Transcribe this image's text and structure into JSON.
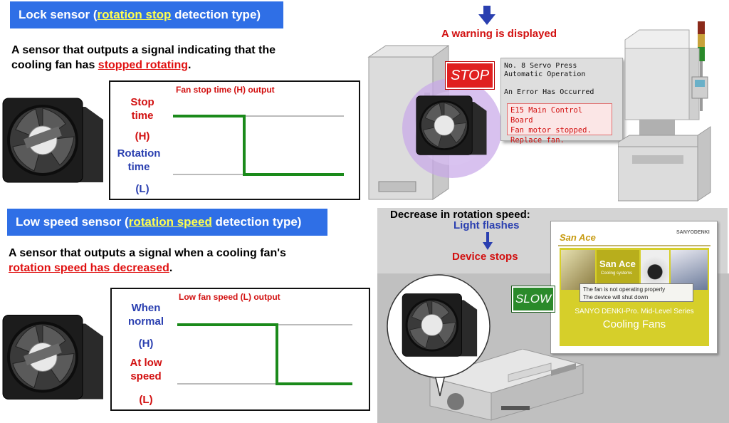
{
  "lock_sensor": {
    "title_pre": "Lock sensor (",
    "title_highlight": "rotation stop",
    "title_post": " detection type)",
    "desc_line1": "A sensor that outputs a signal indicating that the",
    "desc_line2_pre": "cooling fan has ",
    "desc_line2_highlight": "stopped rotating",
    "desc_line2_post": ".",
    "chart_title": "Fan stop time (H) output",
    "label_top": "Stop",
    "label_top2": "time",
    "label_top_level": "(H)",
    "label_bottom": "Rotation",
    "label_bottom2": "time",
    "label_bottom_level": "(L)"
  },
  "low_speed_sensor": {
    "title_pre": "Low speed sensor (",
    "title_highlight": "rotation speed",
    "title_post": " detection type)",
    "desc_line1": "A sensor that outputs a signal when a cooling fan's",
    "desc_line2_highlight": "rotation speed has decreased",
    "desc_line2_post": ".",
    "chart_title": "Low fan speed (L) output",
    "label_top": "When",
    "label_top2": "normal",
    "label_top_level": "(H)",
    "label_bottom": "At low",
    "label_bottom2": "speed",
    "label_bottom_level": "(L)"
  },
  "warning_scene": {
    "warning_text": "A warning is displayed",
    "stop_sign": "STOP",
    "panel_line1": "No. 8 Servo Press",
    "panel_line2": "Automatic Operation",
    "panel_line3": "An Error Has Occurred",
    "error_line1": "E15 Main Control Board",
    "error_line2": "Fan motor stopped.",
    "error_line3": "Replace fan."
  },
  "slow_scene": {
    "decrease_text": "Decrease in rotation speed:",
    "light_text": "Light flashes",
    "device_text": "Device stops",
    "slow_sign": "SLOW",
    "brand": "San Ace",
    "brand_small": "SANYODENKI",
    "banner_text": "San Ace",
    "banner_sub": "Cooling systems",
    "tooltip_line1": "The fan is not operating properly",
    "tooltip_line2": "The device will shut down",
    "series_line1": "SANYO DENKI-Pro. Mid-Level Series",
    "series_line2": "Cooling Fans"
  },
  "colors": {
    "title_bg": "#2f6fe6",
    "signal": "#1a8a1a",
    "accent_red": "#d21010",
    "accent_blue": "#2a3fb0"
  }
}
